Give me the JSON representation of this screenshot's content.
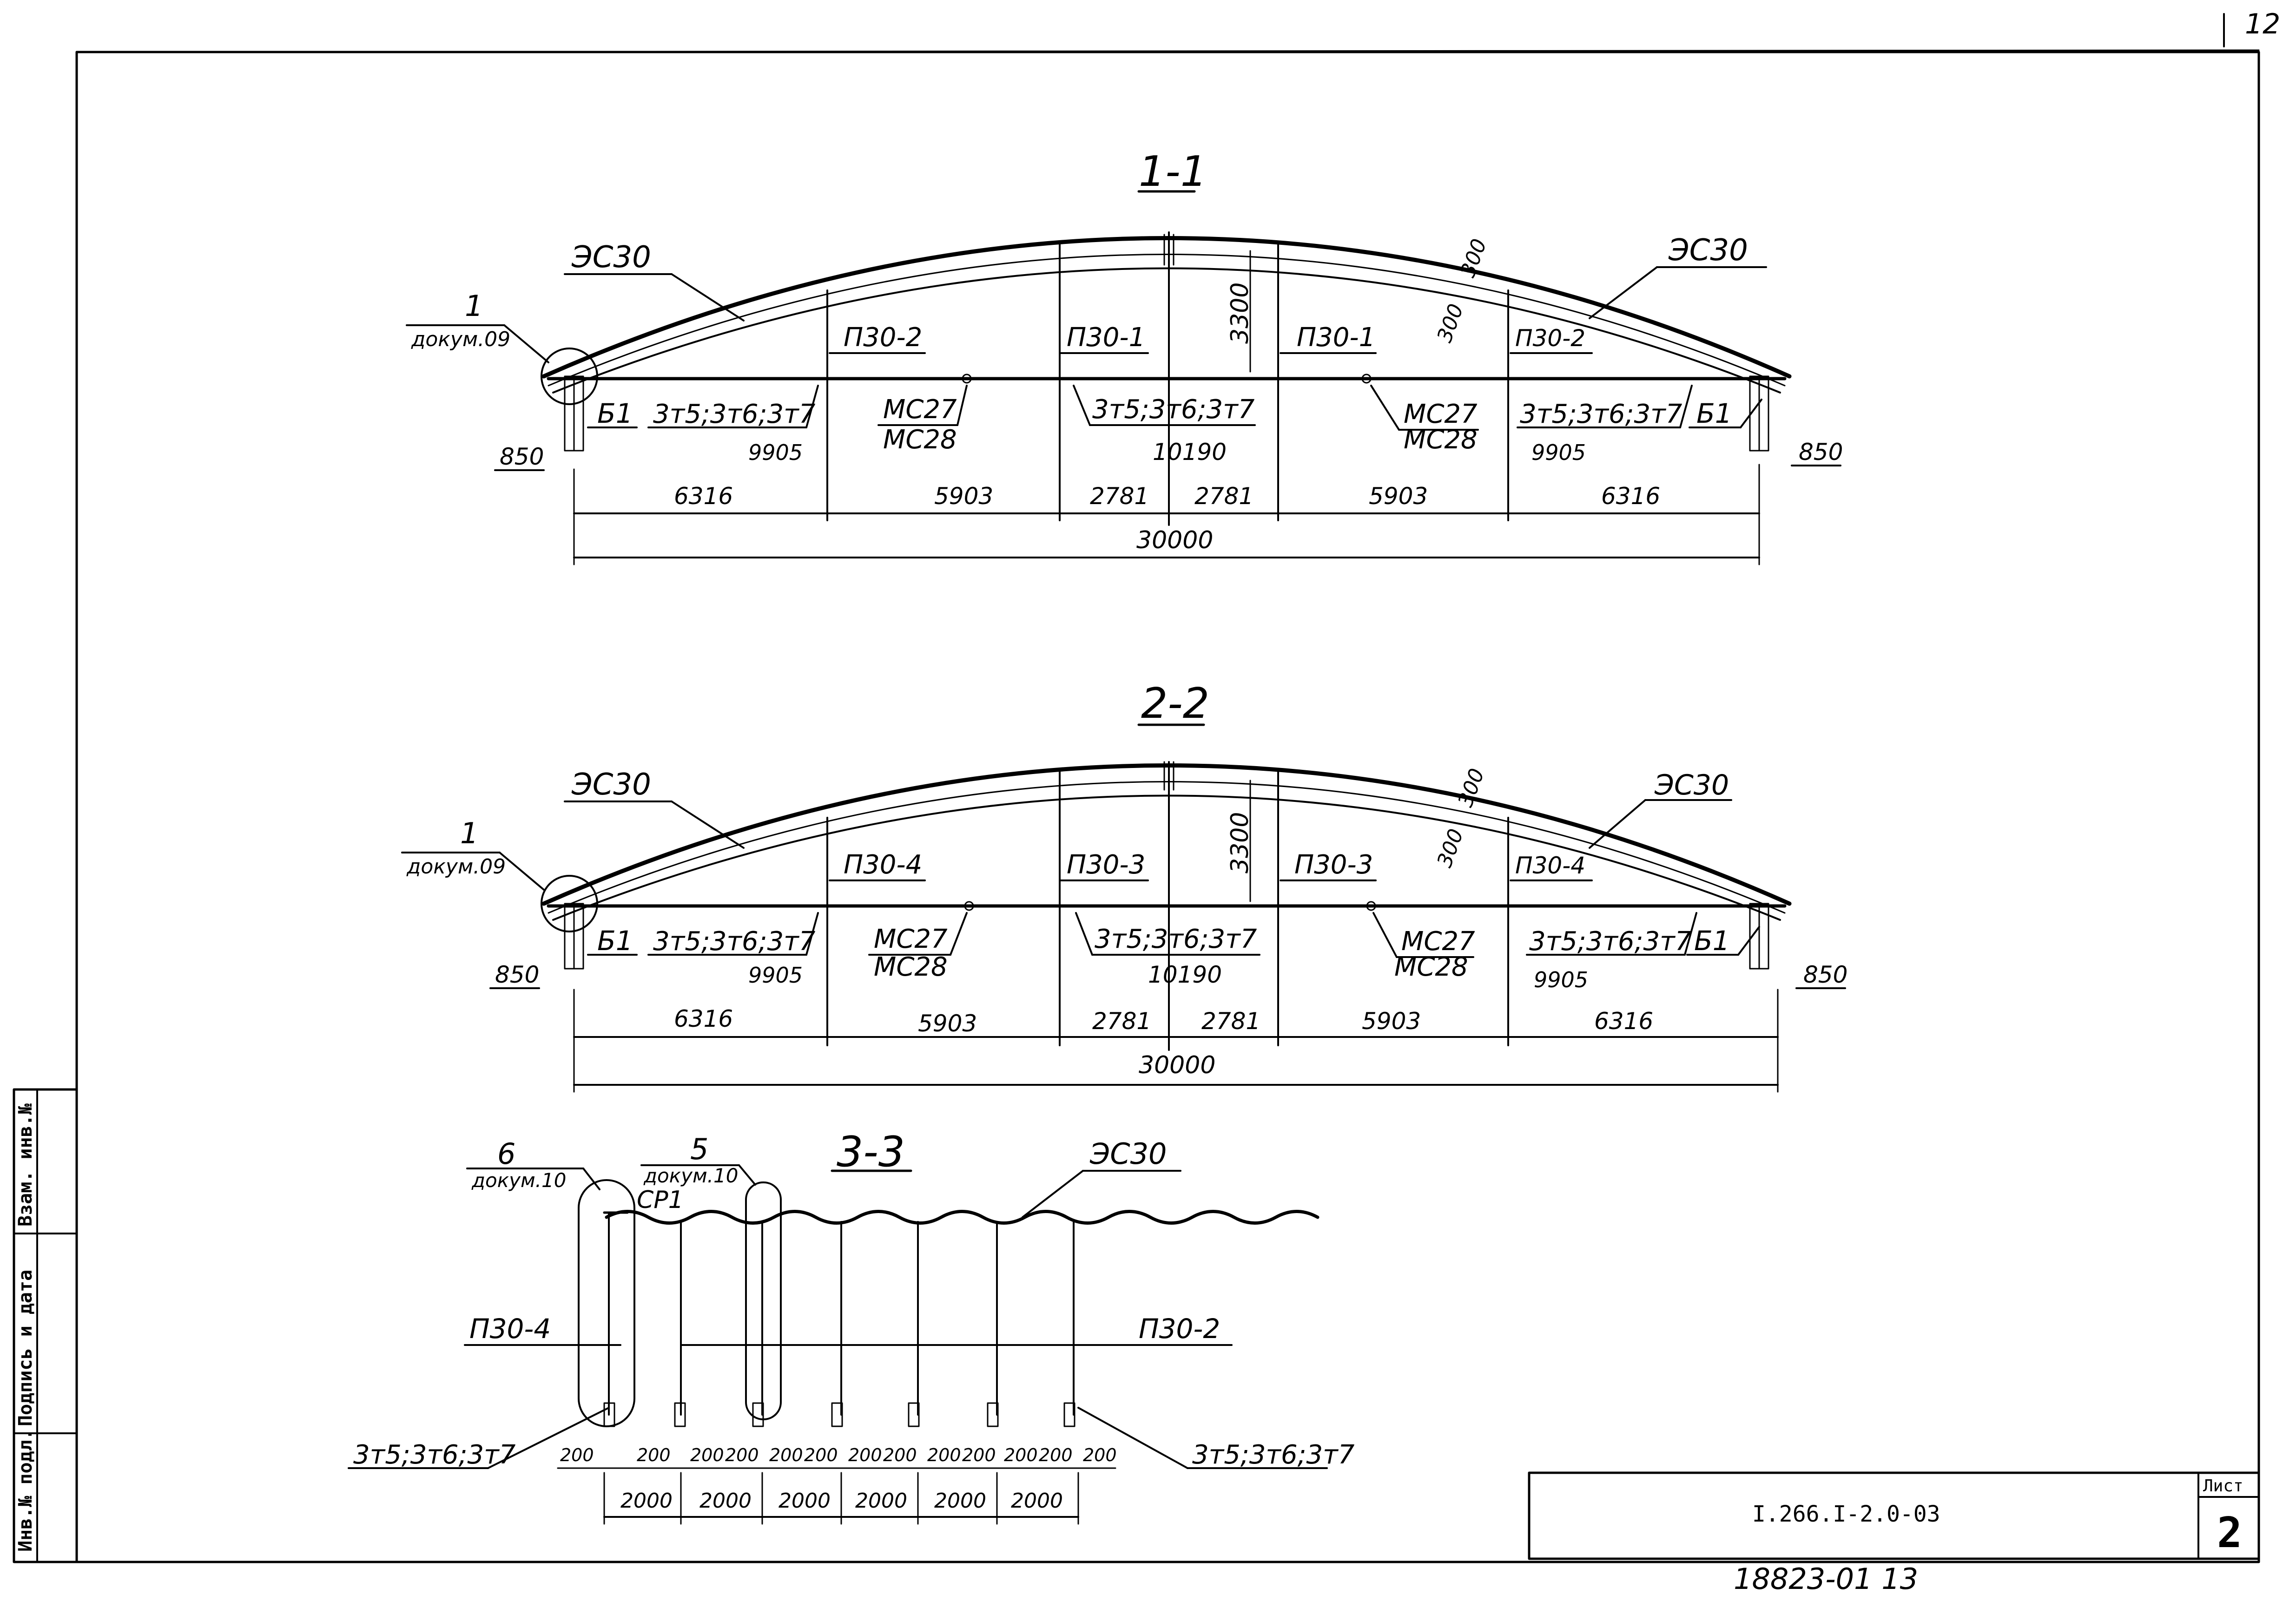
{
  "page_number": "12",
  "sheet": {
    "label": "Лист",
    "number": "2",
    "code": "I.266.I-2.0-03",
    "archive_no": "18823-01 13"
  },
  "side_stamp": [
    "Инв.№ подл.",
    "Подпись и дата",
    "Взам. инв.№"
  ],
  "section1": {
    "title": "1-1",
    "ref_num": "1",
    "ref_doc": "докум.09",
    "arch_left": "ЭС30",
    "arch_right": "ЭС30",
    "p_labels": [
      "П30-2",
      "П30-1",
      "П30-1",
      "П30-2"
    ],
    "height": "3300",
    "thickness_a": "300",
    "thickness_b": "300",
    "b_left": "Б1",
    "b_right": "Б1",
    "ties": "3т5;3т6;3т7",
    "ms_top": "МС27",
    "ms_bottom": "МС28",
    "side_left": "850",
    "side_right": "850",
    "seg_left": "9905",
    "seg_mid": "10190",
    "seg_right": "9905",
    "dims": [
      "6316",
      "5903",
      "2781",
      "2781",
      "5903",
      "6316"
    ],
    "total": "30000"
  },
  "section2": {
    "title": "2-2",
    "ref_num": "1",
    "ref_doc": "докум.09",
    "arch_left": "ЭС30",
    "arch_right": "ЭС30",
    "p_labels": [
      "П30-4",
      "П30-3",
      "П30-3",
      "П30-4"
    ],
    "height": "3300",
    "thickness_a": "300",
    "thickness_b": "300",
    "b_left": "Б1",
    "b_right": "Б1",
    "ties": "3т5;3т6;3т7",
    "ms_top": "МС27",
    "ms_bottom": "МС28",
    "side_left": "850",
    "side_right": "850",
    "seg_left": "9905",
    "seg_mid": "10190",
    "seg_right": "9905",
    "dims": [
      "6316",
      "5903",
      "2781",
      "2781",
      "5903",
      "6316"
    ],
    "total": "30000"
  },
  "section3": {
    "title": "3-3",
    "ref6_num": "6",
    "ref6_doc": "докум.10",
    "ref5_num": "5",
    "ref5_doc": "докум.10",
    "sr": "СР1",
    "arch": "ЭС30",
    "p_left": "П30-4",
    "p_right": "П30-2",
    "ties": "3т5;3т6;3т7",
    "small_dim": "200",
    "spacing": "2000"
  }
}
